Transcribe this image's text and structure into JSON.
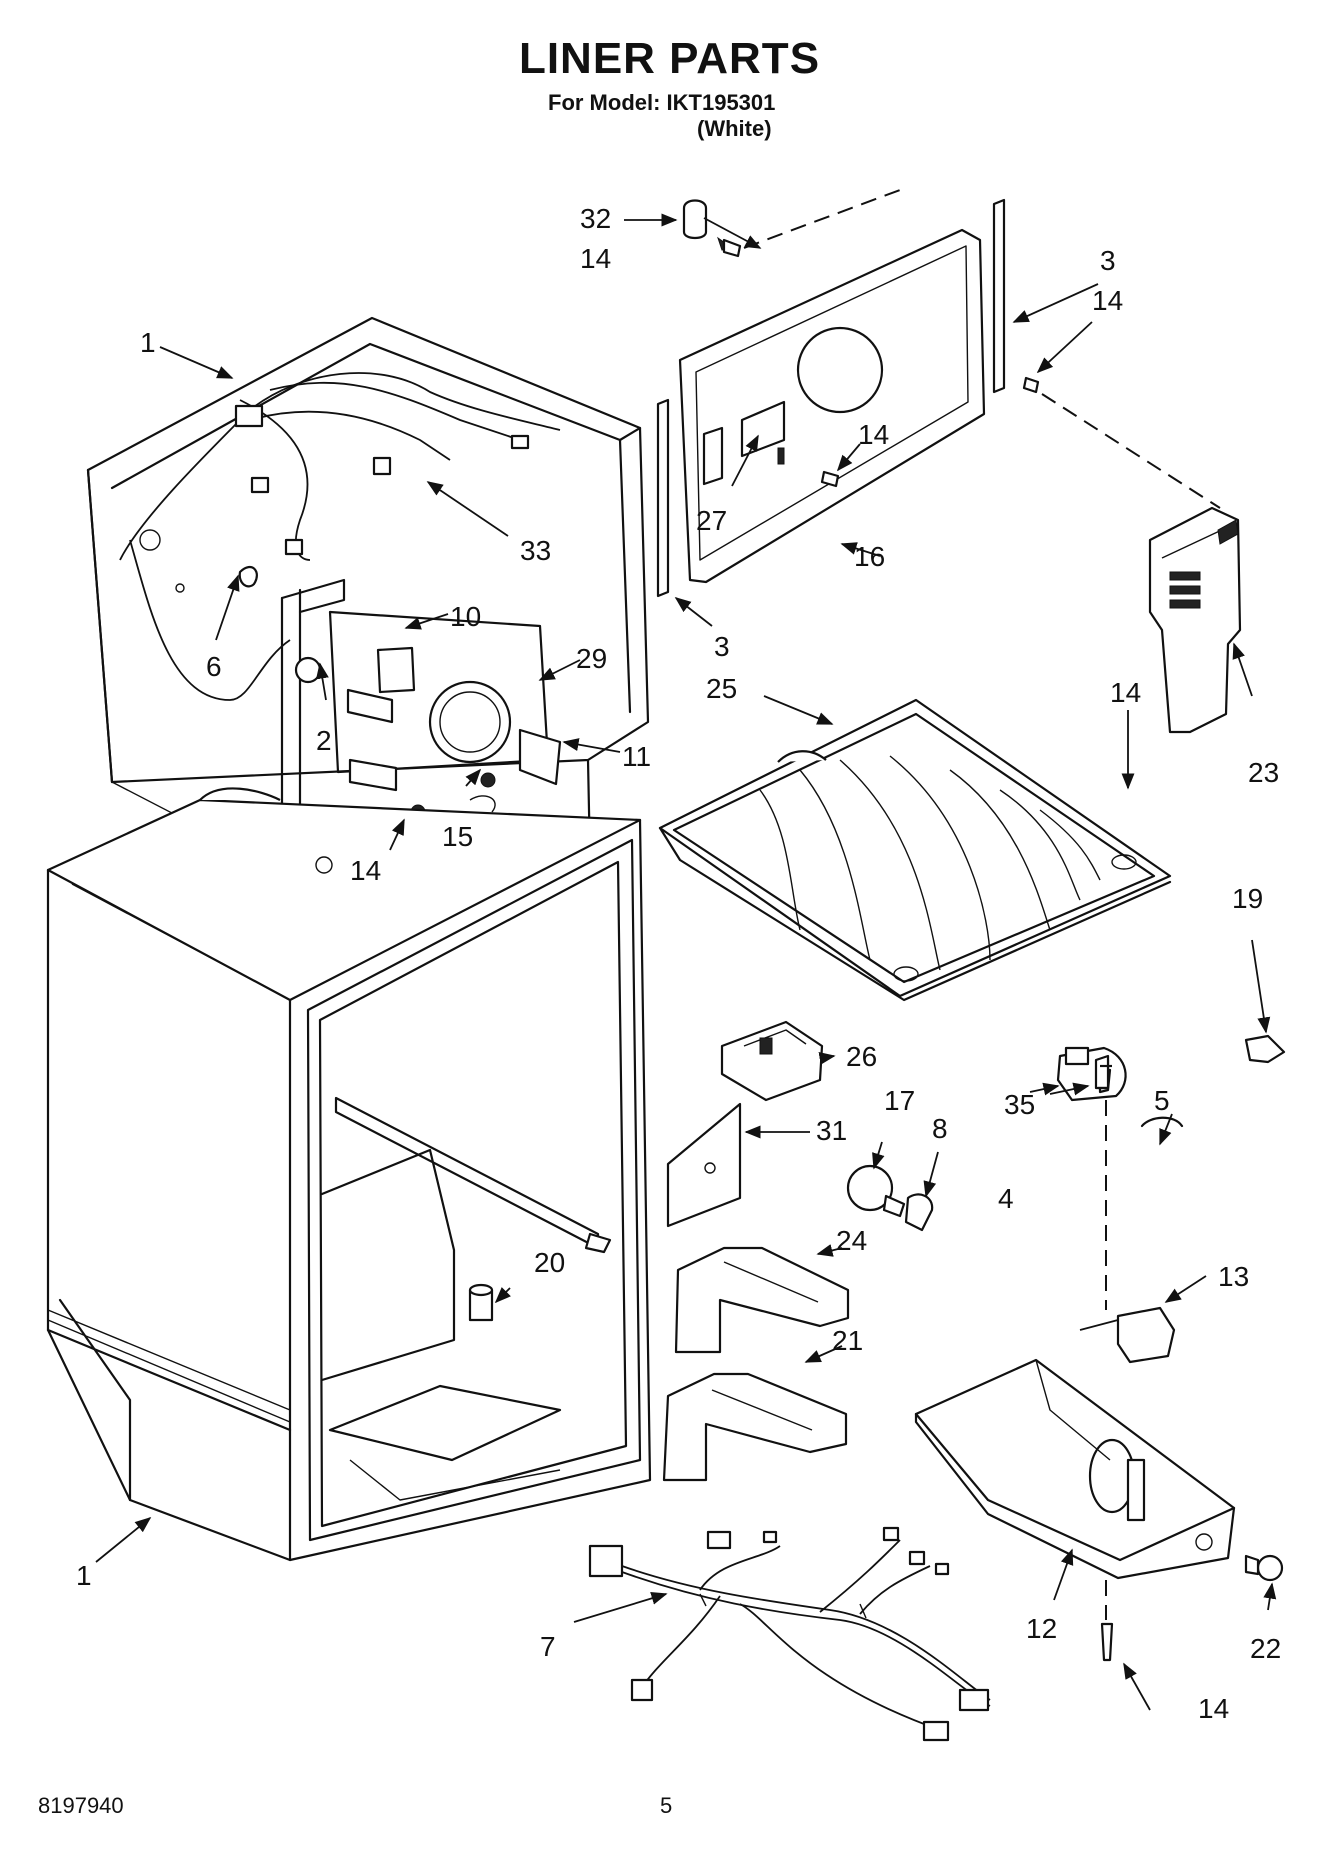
{
  "header": {
    "title": "LINER PARTS",
    "model_line": "For Model: IKT195301",
    "color_line": "(White)"
  },
  "footer": {
    "doc_number": "8197940",
    "page_number": "5"
  },
  "callouts": [
    {
      "id": "c1a",
      "label": "1"
    },
    {
      "id": "c1b",
      "label": "1"
    },
    {
      "id": "c2",
      "label": "2"
    },
    {
      "id": "c3a",
      "label": "3"
    },
    {
      "id": "c3b",
      "label": "3"
    },
    {
      "id": "c4",
      "label": "4"
    },
    {
      "id": "c5",
      "label": "5"
    },
    {
      "id": "c6",
      "label": "6"
    },
    {
      "id": "c7",
      "label": "7"
    },
    {
      "id": "c8",
      "label": "8"
    },
    {
      "id": "c10",
      "label": "10"
    },
    {
      "id": "c11",
      "label": "11"
    },
    {
      "id": "c12",
      "label": "12"
    },
    {
      "id": "c13",
      "label": "13"
    },
    {
      "id": "c14a",
      "label": "14"
    },
    {
      "id": "c14b",
      "label": "14"
    },
    {
      "id": "c14c",
      "label": "14"
    },
    {
      "id": "c14d",
      "label": "14"
    },
    {
      "id": "c14e",
      "label": "14"
    },
    {
      "id": "c14f",
      "label": "14"
    },
    {
      "id": "c15",
      "label": "15"
    },
    {
      "id": "c16",
      "label": "16"
    },
    {
      "id": "c17",
      "label": "17"
    },
    {
      "id": "c19",
      "label": "19"
    },
    {
      "id": "c20",
      "label": "20"
    },
    {
      "id": "c21",
      "label": "21"
    },
    {
      "id": "c22",
      "label": "22"
    },
    {
      "id": "c23",
      "label": "23"
    },
    {
      "id": "c24",
      "label": "24"
    },
    {
      "id": "c25",
      "label": "25"
    },
    {
      "id": "c26",
      "label": "26"
    },
    {
      "id": "c27",
      "label": "27"
    },
    {
      "id": "c29",
      "label": "29"
    },
    {
      "id": "c31",
      "label": "31"
    },
    {
      "id": "c32",
      "label": "32"
    },
    {
      "id": "c33",
      "label": "33"
    },
    {
      "id": "c35",
      "label": "35"
    }
  ]
}
